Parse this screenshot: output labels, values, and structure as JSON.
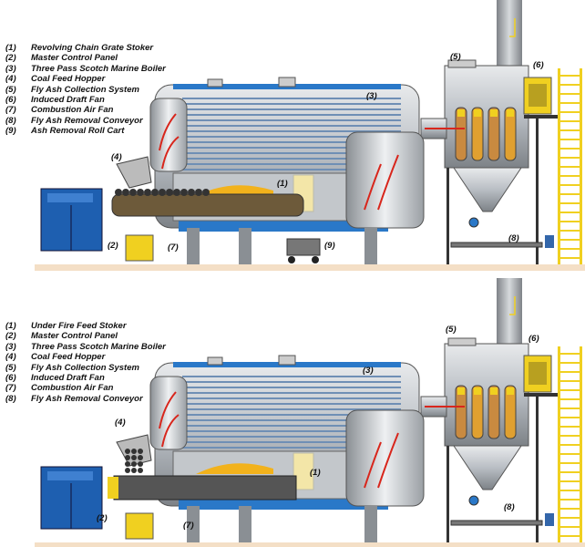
{
  "diagrams": [
    {
      "id": "chain-grate",
      "legend": [
        {
          "num": "(1)",
          "label": "Revolving Chain Grate Stoker"
        },
        {
          "num": "(2)",
          "label": "Master Control Panel"
        },
        {
          "num": "(3)",
          "label": "Three Pass Scotch Marine Boiler"
        },
        {
          "num": "(4)",
          "label": "Coal Feed Hopper"
        },
        {
          "num": "(5)",
          "label": "Fly Ash Collection System"
        },
        {
          "num": "(6)",
          "label": "Induced Draft Fan"
        },
        {
          "num": "(7)",
          "label": "Combustion Air Fan"
        },
        {
          "num": "(8)",
          "label": "Fly Ash Removal Conveyor"
        },
        {
          "num": "(9)",
          "label": "Ash Removal Roll Cart"
        }
      ],
      "callouts": [
        "(1)",
        "(2)",
        "(3)",
        "(4)",
        "(5)",
        "(6)",
        "(7)",
        "(8)",
        "(9)"
      ]
    },
    {
      "id": "underfire",
      "legend": [
        {
          "num": "(1)",
          "label": "Under Fire Feed Stoker"
        },
        {
          "num": "(2)",
          "label": "Master Control Panel"
        },
        {
          "num": "(3)",
          "label": "Three Pass Scotch Marine Boiler"
        },
        {
          "num": "(4)",
          "label": "Coal Feed Hopper"
        },
        {
          "num": "(5)",
          "label": "Fly Ash Collection System"
        },
        {
          "num": "(6)",
          "label": "Induced Draft Fan"
        },
        {
          "num": "(7)",
          "label": "Combustion Air Fan"
        },
        {
          "num": "(8)",
          "label": "Fly Ash Removal Conveyor"
        }
      ],
      "callouts": [
        "(1)",
        "(2)",
        "(3)",
        "(4)",
        "(5)",
        "(6)",
        "(7)",
        "(8)"
      ]
    }
  ],
  "colors": {
    "panel": "#1e5fb0",
    "shell": "#b9bec4",
    "band": "#2a78c8",
    "fire": "#f2b21c",
    "fan": "#f0d020",
    "ground": "#f4dfc6",
    "stack": "#9a9ea3",
    "arrow": "#d8261c"
  }
}
